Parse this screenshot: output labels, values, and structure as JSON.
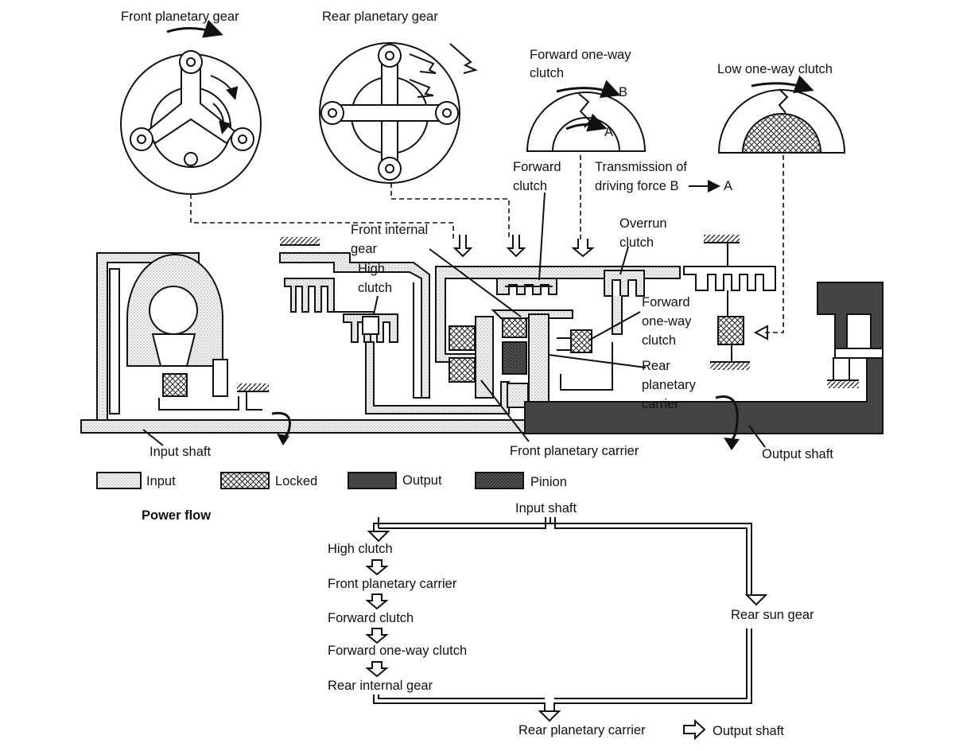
{
  "gears": {
    "front_planetary": "Front planetary gear",
    "rear_planetary": "Rear planetary gear",
    "forward_one_way_top_1": "Forward one-way",
    "forward_one_way_top_2": "clutch",
    "low_one_way": "Low one-way clutch",
    "point_a": "A",
    "point_b": "B"
  },
  "labels": {
    "forward_clutch_1": "Forward",
    "forward_clutch_2": "clutch",
    "transmission_1": "Transmission of",
    "transmission_2": "driving force B",
    "transmission_3": "A",
    "front_internal_1": "Front internal",
    "front_internal_2": "gear",
    "high_clutch_1": "High",
    "high_clutch_2": "clutch",
    "overrun_1": "Overrun",
    "overrun_2": "clutch",
    "fwd_oneway_1": "Forward",
    "fwd_oneway_2": "one-way",
    "fwd_oneway_3": "clutch",
    "rear_carrier_1": "Rear",
    "rear_carrier_2": "planetary",
    "rear_carrier_3": "carrier",
    "input_shaft": "Input shaft",
    "front_carrier": "Front planetary carrier",
    "output_shaft": "Output shaft"
  },
  "legend": {
    "input": "Input",
    "locked": "Locked",
    "output": "Output",
    "pinion": "Pinion"
  },
  "power_flow": {
    "title": "Power flow",
    "input_shaft": "Input shaft",
    "steps": [
      "High clutch",
      "Front planetary carrier",
      "Forward clutch",
      "Forward one-way clutch",
      "Rear internal gear"
    ],
    "rear_sun_gear": "Rear sun gear",
    "rear_planetary_carrier": "Rear planetary carrier",
    "output_shaft": "Output shaft"
  }
}
